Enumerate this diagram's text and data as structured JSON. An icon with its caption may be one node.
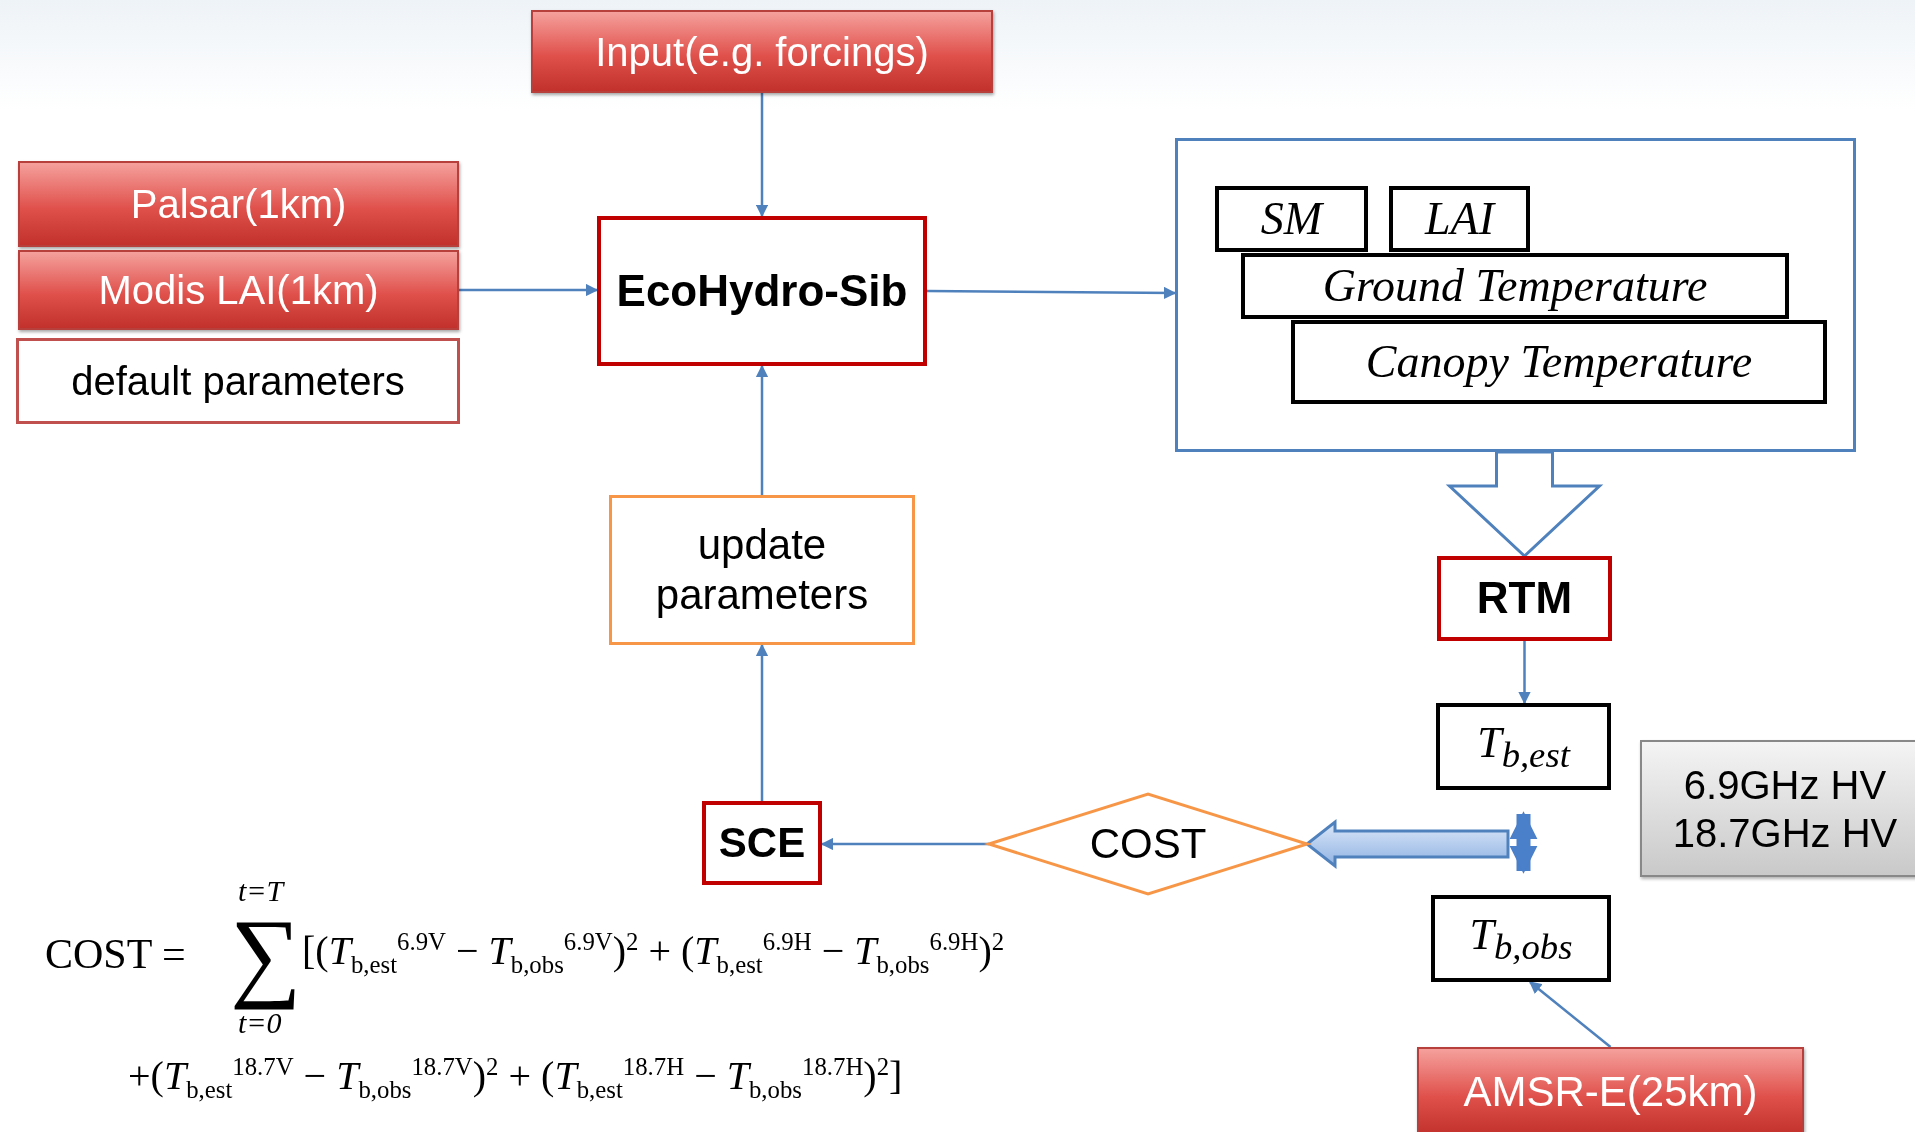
{
  "diagram": {
    "nodes": [
      {
        "text": [
          "Input(e.g. forcings)"
        ]
      },
      {
        "text": [
          "Palsar(1km)"
        ]
      },
      {
        "text": [
          "Modis LAI(1km)"
        ]
      },
      {
        "text": [
          "default parameters"
        ]
      },
      {
        "text": [
          "EcoHydro-Sib"
        ]
      },
      {
        "text": [],
        "shape": "box"
      },
      {
        "text": [
          "SM"
        ],
        "in": 5
      },
      {
        "text": [
          "LAI"
        ],
        "in": 5
      },
      {
        "text": [
          "Ground Temperature"
        ],
        "in": 5
      },
      {
        "text": [
          "Canopy Temperature"
        ],
        "in": 5
      },
      {
        "text": [
          "update parameters"
        ]
      },
      {
        "text": [
          "RTM"
        ]
      },
      {
        "text": [
          "T$_{b,est}$"
        ]
      },
      {
        "text": [
          "6.9GHz HV",
          "18.7GHz HV"
        ]
      },
      {
        "text": [
          "COST"
        ]
      },
      {
        "text": [
          "SCE"
        ]
      },
      {
        "text": [
          "T$_{b,obs}$"
        ]
      },
      {
        "text": [
          "AMSR-E(25km)"
        ]
      }
    ],
    "edges": [
      {
        "from": 0,
        "to": 4,
        "arrow": "to"
      },
      {
        "from": 2,
        "to": 4,
        "arrow": "to"
      },
      {
        "from": 4,
        "to": 5,
        "arrow": "to"
      },
      {
        "from": 5,
        "to": 11,
        "arrow": "to",
        "style": "thick"
      },
      {
        "from": 11,
        "to": 12,
        "arrow": "to"
      },
      {
        "from": 12,
        "to": 16,
        "arrow": "both",
        "style": "thick"
      },
      {
        "from": null,
        "to": 14,
        "arrow": "to",
        "style": "thick"
      },
      {
        "from": 14,
        "to": 15,
        "arrow": "to"
      },
      {
        "from": 15,
        "to": 10,
        "arrow": "to"
      },
      {
        "from": 10,
        "to": 4,
        "arrow": "to"
      },
      {
        "from": 17,
        "to": 16,
        "arrow": "to"
      }
    ],
    "labels": [
      "COST =",
      "t=T",
      "∑",
      "t=0",
      "[(*T*$_{b,est}$$^{6.9V}$ − *T*$_{b,obs}$$^{6.9V}$)$^{2}$ + (*T*$_{b,est}$$^{6.9H}$ − *T*$_{b,obs}$$^{6.9H}$)$^{2}$",
      "+(*T*$_{b,est}$$^{18.7V}$ − *T*$_{b,obs}$$^{18.7V}$)$^{2}$ + (*T*$_{b,est}$$^{18.7H}$ − *T*$_{b,obs}$$^{18.7H}$)$^{2}$]"
    ]
  }
}
